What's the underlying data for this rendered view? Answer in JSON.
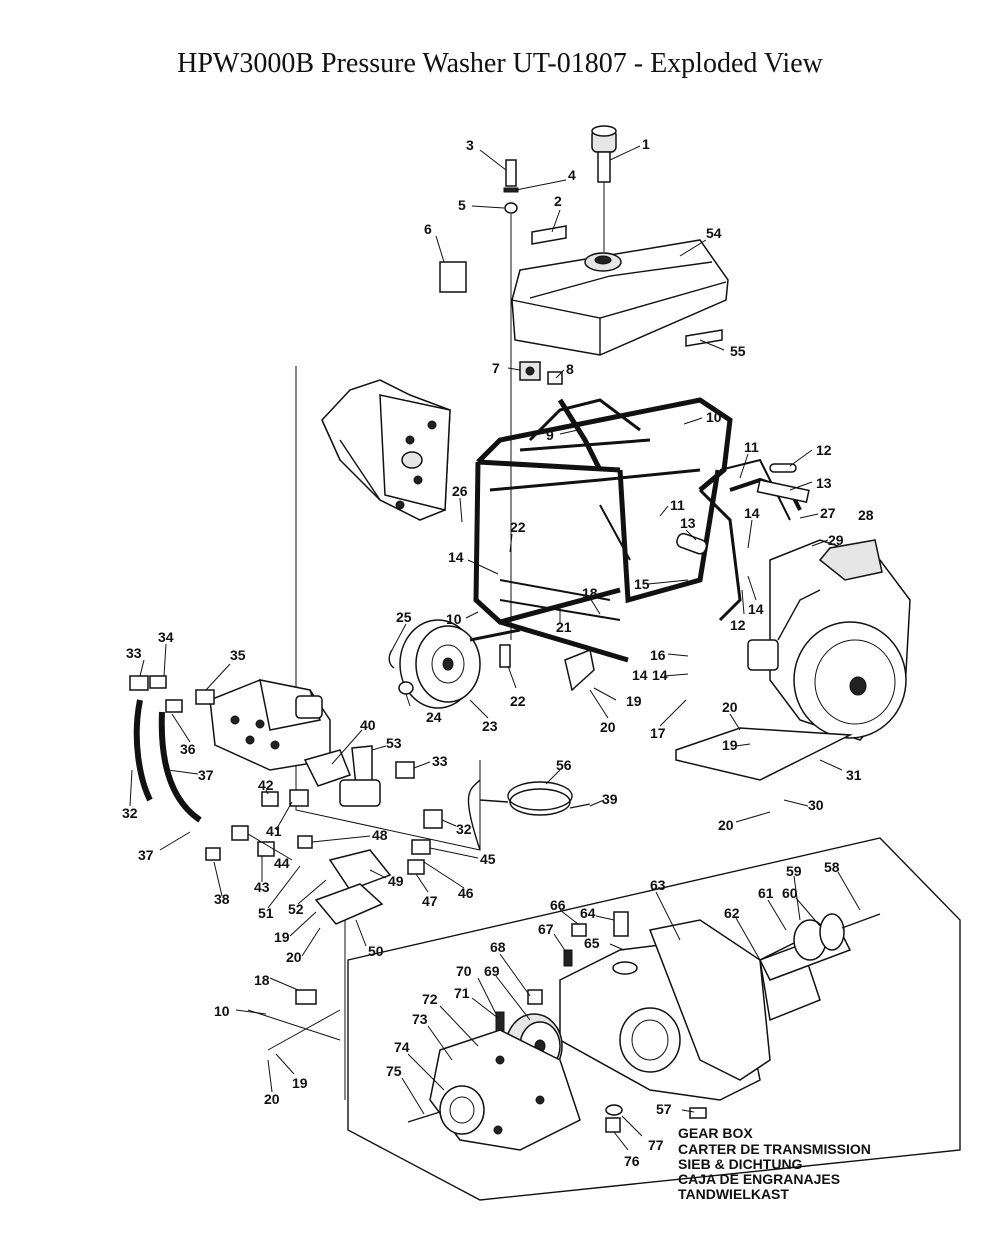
{
  "title": "HPW3000B Pressure Washer UT-01807 - Exploded View",
  "gearbox_caption": [
    "GEAR BOX",
    "CARTER DE TRANSMISSION",
    "SIEB & DICHTUNG",
    "CAJA DE ENGRANAJES",
    "TANDWIELKAST"
  ],
  "callouts": [
    {
      "id": "c1",
      "text": "1"
    },
    {
      "id": "c2",
      "text": "2"
    },
    {
      "id": "c3",
      "text": "3"
    },
    {
      "id": "c4",
      "text": "4"
    },
    {
      "id": "c5",
      "text": "5"
    },
    {
      "id": "c6",
      "text": "6"
    },
    {
      "id": "c7",
      "text": "7"
    },
    {
      "id": "c8",
      "text": "8"
    },
    {
      "id": "c9",
      "text": "9"
    },
    {
      "id": "c10a",
      "text": "10"
    },
    {
      "id": "c11a",
      "text": "11"
    },
    {
      "id": "c12a",
      "text": "12"
    },
    {
      "id": "c13a",
      "text": "13"
    },
    {
      "id": "c26",
      "text": "26"
    },
    {
      "id": "c22a",
      "text": "22"
    },
    {
      "id": "c11b",
      "text": "11"
    },
    {
      "id": "c13b",
      "text": "13"
    },
    {
      "id": "c14a",
      "text": "14"
    },
    {
      "id": "c27",
      "text": "27"
    },
    {
      "id": "c28",
      "text": "28"
    },
    {
      "id": "c29",
      "text": "29"
    },
    {
      "id": "c14b",
      "text": "14"
    },
    {
      "id": "c15",
      "text": "15"
    },
    {
      "id": "c14c",
      "text": "14"
    },
    {
      "id": "c18a",
      "text": "18"
    },
    {
      "id": "c10b",
      "text": "10"
    },
    {
      "id": "c21",
      "text": "21"
    },
    {
      "id": "c12b",
      "text": "12"
    },
    {
      "id": "c14d",
      "text": "14"
    },
    {
      "id": "c25",
      "text": "25"
    },
    {
      "id": "c16",
      "text": "16"
    },
    {
      "id": "c14e",
      "text": "14"
    },
    {
      "id": "c34",
      "text": "34"
    },
    {
      "id": "c33a",
      "text": "33"
    },
    {
      "id": "c35",
      "text": "35"
    },
    {
      "id": "c22b",
      "text": "22"
    },
    {
      "id": "c19a",
      "text": "19"
    },
    {
      "id": "c24",
      "text": "24"
    },
    {
      "id": "c23",
      "text": "23"
    },
    {
      "id": "c20a",
      "text": "20"
    },
    {
      "id": "c17",
      "text": "17"
    },
    {
      "id": "c20b",
      "text": "20"
    },
    {
      "id": "c36",
      "text": "36"
    },
    {
      "id": "c40",
      "text": "40"
    },
    {
      "id": "c19b",
      "text": "19"
    },
    {
      "id": "c53",
      "text": "53"
    },
    {
      "id": "c37a",
      "text": "37"
    },
    {
      "id": "c33b",
      "text": "33"
    },
    {
      "id": "c56",
      "text": "56"
    },
    {
      "id": "c31",
      "text": "31"
    },
    {
      "id": "c32a",
      "text": "32"
    },
    {
      "id": "c42",
      "text": "42"
    },
    {
      "id": "c39",
      "text": "39"
    },
    {
      "id": "c30",
      "text": "30"
    },
    {
      "id": "c41",
      "text": "41"
    },
    {
      "id": "c48",
      "text": "48"
    },
    {
      "id": "c32b",
      "text": "32"
    },
    {
      "id": "c20c",
      "text": "20"
    },
    {
      "id": "c37b",
      "text": "37"
    },
    {
      "id": "c44",
      "text": "44"
    },
    {
      "id": "c45",
      "text": "45"
    },
    {
      "id": "c43",
      "text": "43"
    },
    {
      "id": "c49",
      "text": "49"
    },
    {
      "id": "c47",
      "text": "47"
    },
    {
      "id": "c46",
      "text": "46"
    },
    {
      "id": "c38",
      "text": "38"
    },
    {
      "id": "c51",
      "text": "51"
    },
    {
      "id": "c52",
      "text": "52"
    },
    {
      "id": "c63",
      "text": "63"
    },
    {
      "id": "c59",
      "text": "59"
    },
    {
      "id": "c58",
      "text": "58"
    },
    {
      "id": "c61",
      "text": "61"
    },
    {
      "id": "c60",
      "text": "60"
    },
    {
      "id": "c66",
      "text": "66"
    },
    {
      "id": "c64",
      "text": "64"
    },
    {
      "id": "c62",
      "text": "62"
    },
    {
      "id": "c67",
      "text": "67"
    },
    {
      "id": "c65",
      "text": "65"
    },
    {
      "id": "c19c",
      "text": "19"
    },
    {
      "id": "c50",
      "text": "50"
    },
    {
      "id": "c20d",
      "text": "20"
    },
    {
      "id": "c68",
      "text": "68"
    },
    {
      "id": "c18b",
      "text": "18"
    },
    {
      "id": "c70",
      "text": "70"
    },
    {
      "id": "c69",
      "text": "69"
    },
    {
      "id": "c71",
      "text": "71"
    },
    {
      "id": "c72",
      "text": "72"
    },
    {
      "id": "c10c",
      "text": "10"
    },
    {
      "id": "c73",
      "text": "73"
    },
    {
      "id": "c74",
      "text": "74"
    },
    {
      "id": "c75",
      "text": "75"
    },
    {
      "id": "c19d",
      "text": "19"
    },
    {
      "id": "c57",
      "text": "57"
    },
    {
      "id": "c20e",
      "text": "20"
    },
    {
      "id": "c77",
      "text": "77"
    },
    {
      "id": "c76",
      "text": "76"
    },
    {
      "id": "c54",
      "text": "54"
    },
    {
      "id": "c55",
      "text": "55"
    }
  ]
}
